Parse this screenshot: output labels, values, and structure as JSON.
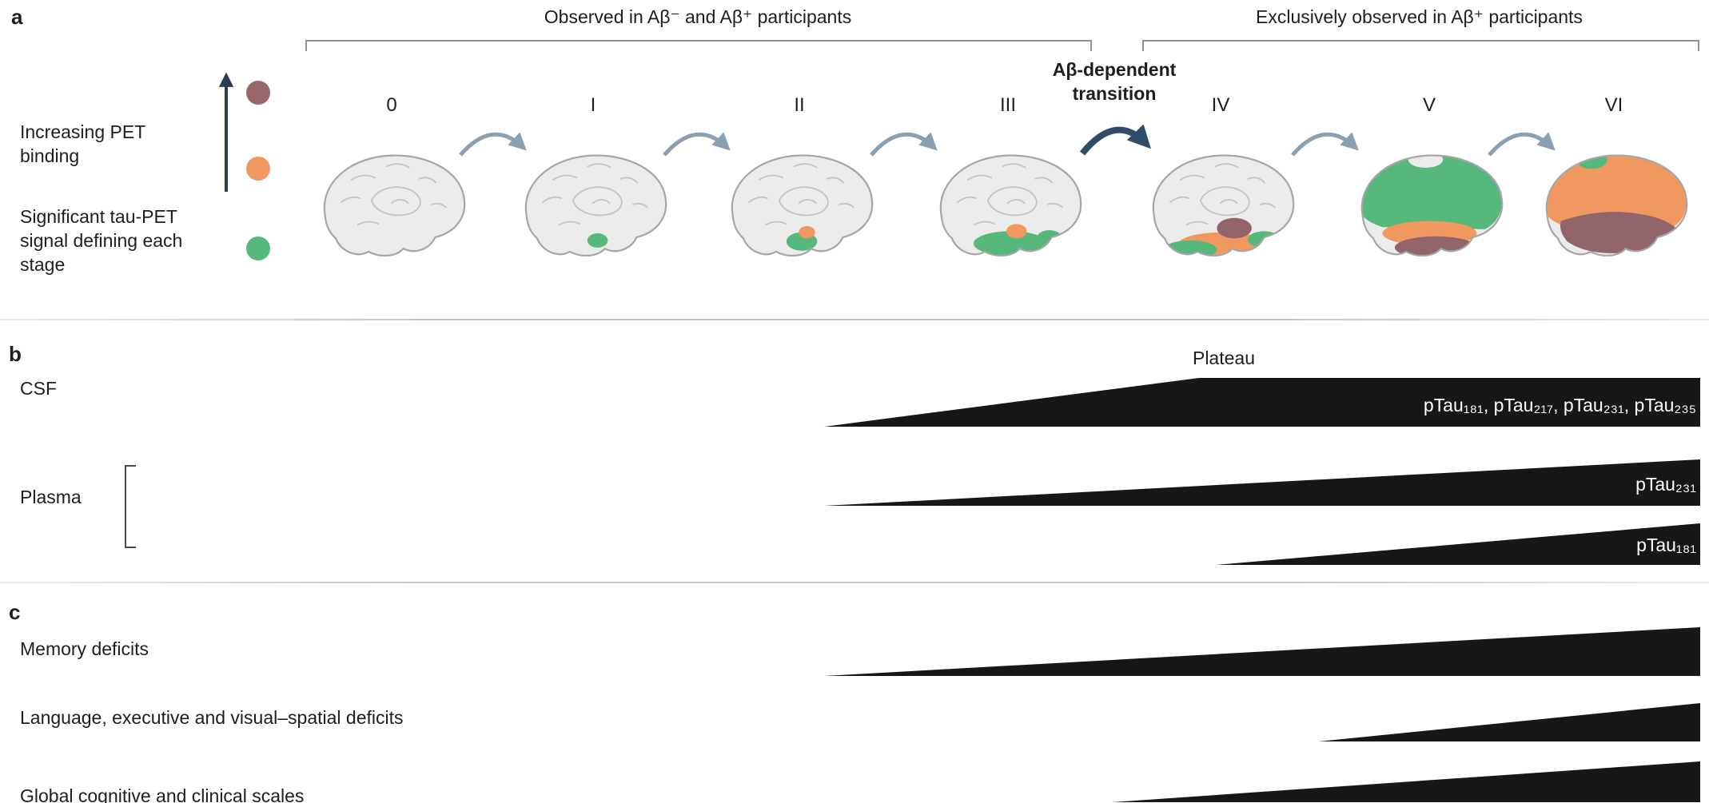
{
  "panel_a": {
    "label": "a",
    "bracket_left_label": "Observed in Aβ⁻ and Aβ⁺ participants",
    "bracket_right_label": "Exclusively observed in Aβ⁺ participants",
    "transition_label": "Aβ-dependent transition",
    "axis_label": "Increasing PET binding",
    "legend_label": "Significant tau-PET signal defining each stage",
    "legend_colors": {
      "high": "#97676c",
      "mid": "#f0985f",
      "low": "#57b87c"
    },
    "stages": [
      {
        "label": "0"
      },
      {
        "label": "I"
      },
      {
        "label": "II"
      },
      {
        "label": "III"
      },
      {
        "label": "IV"
      },
      {
        "label": "V"
      },
      {
        "label": "VI"
      }
    ]
  },
  "panel_b": {
    "label": "b",
    "plateau_label": "Plateau",
    "csf_label": "CSF",
    "csf_wedge_label": "pTau₁₈₁, pTau₂₁₇, pTau₂₃₁, pTau₂₃₅",
    "plasma_label": "Plasma",
    "plasma_wedge_labels": [
      "pTau₂₃₁",
      "pTau₁₈₁"
    ]
  },
  "panel_c": {
    "label": "c",
    "rows": [
      {
        "label": "Memory deficits"
      },
      {
        "label": "Language, executive and visual–spatial deficits"
      },
      {
        "label": "Global cognitive and clinical scales"
      }
    ]
  }
}
